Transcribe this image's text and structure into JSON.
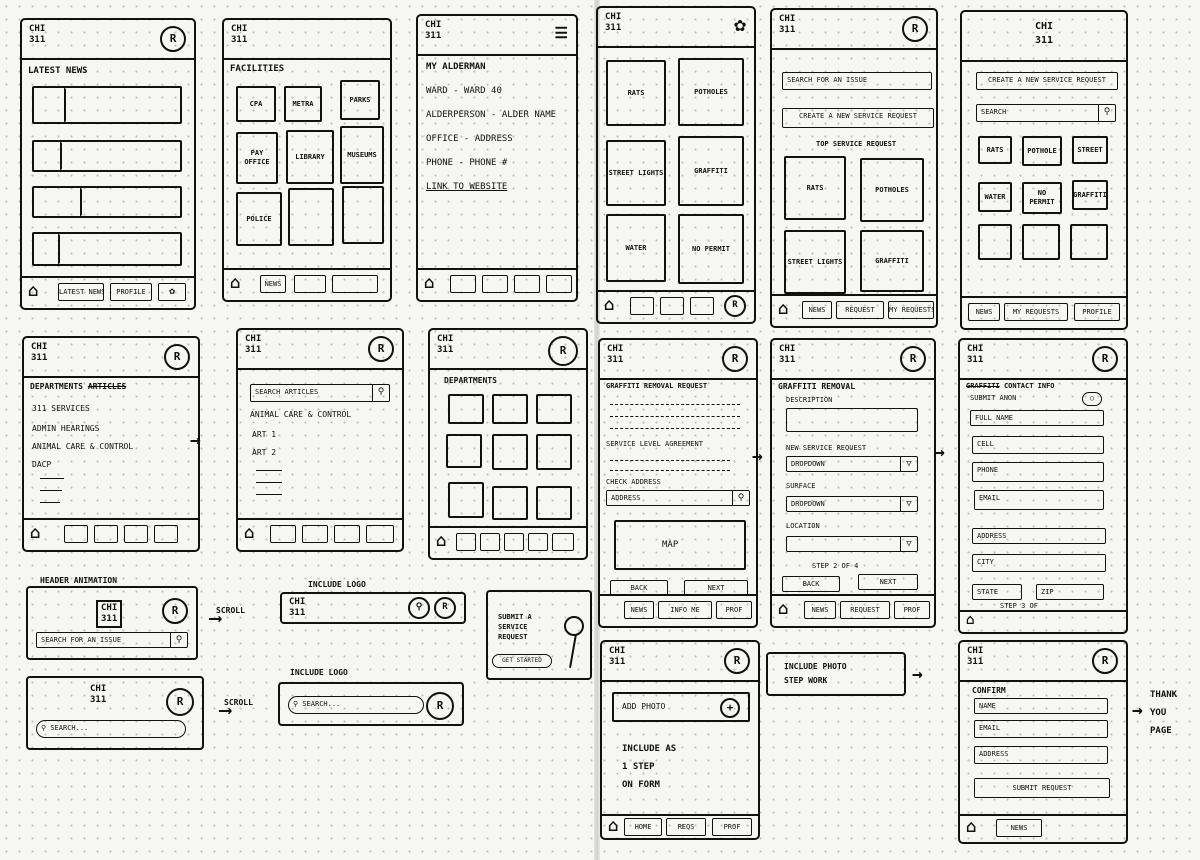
{
  "brand": {
    "logo": "CHI\n311"
  },
  "screens": {
    "latest": {
      "title": "LATEST NEWS",
      "tabs": [
        "LATEST NEWS",
        "PROFILE"
      ]
    },
    "facilities": {
      "title": "FACILITIES",
      "tiles": [
        "CPA",
        "METRA",
        "PARKS",
        "PAY OFFICE",
        "LIBRARY",
        "MUSEUMS",
        "POLICE"
      ],
      "tabs": [
        "NEWS"
      ]
    },
    "alderman": {
      "lines": [
        "MY ALDERMAN",
        "WARD - WARD 40",
        "ALDERPERSON - ALDER NAME",
        "OFFICE - ADDRESS",
        "PHONE - PHONE #",
        "LINK TO WEBSITE"
      ]
    },
    "categories": {
      "tiles": [
        "RATS",
        "POTHOLES",
        "STREET LIGHTS",
        "GRAFFITI",
        "WATER",
        "NO PERMIT"
      ]
    },
    "topreq": {
      "search": "SEARCH FOR AN ISSUE",
      "create": "CREATE A NEW SERVICE REQUEST",
      "subtitle": "TOP SERVICE REQUEST",
      "tiles": [
        "RATS",
        "POTHOLES",
        "STREET LIGHTS",
        "GRAFFITI"
      ],
      "tabs": [
        "NEWS",
        "REQUEST",
        "MY REQUESTS"
      ]
    },
    "gridsearch": {
      "create": "CREATE A NEW SERVICE REQUEST",
      "search": "SEARCH",
      "tiles": [
        "RATS",
        "POTHOLE",
        "STREET",
        "WATER",
        "NO PERMIT",
        "GRAFFITI"
      ],
      "tabs": [
        "NEWS",
        "MY REQUESTS",
        "PROFILE"
      ]
    },
    "departments": {
      "title": "DEPARTMENTS",
      "strike": "ARTICLES",
      "items": [
        "311 SERVICES",
        "ADMIN HEARINGS",
        "ANIMAL CARE & CONTROL",
        "DACP"
      ]
    },
    "articles": {
      "search": "SEARCH ARTICLES",
      "title": "ANIMAL CARE & CONTROL",
      "items": [
        "ART 1",
        "ART 2"
      ]
    },
    "deptgrid": {
      "title": "DEPARTMENTS"
    },
    "graffiti1": {
      "title": "GRAFFITI REMOVAL REQUEST",
      "sub": "SERVICE LEVEL AGREEMENT",
      "addrlabel": "CHECK ADDRESS",
      "addr": "ADDRESS",
      "map": "MAP",
      "back": "BACK",
      "next": "NEXT",
      "tabs": [
        "NEWS",
        "INFO ME",
        "PROF"
      ]
    },
    "graffiti2": {
      "title": "GRAFFITI REMOVAL",
      "desc": "DESCRIPTION",
      "l1": "NEW SERVICE REQUEST",
      "d1": "DROPDOWN",
      "l2": "SURFACE",
      "d2": "DROPDOWN",
      "l3": "LOCATION",
      "step": "STEP 2 OF 4",
      "back": "BACK",
      "next": "NEXT",
      "tabs": [
        "NEWS",
        "REQUEST",
        "PROF"
      ]
    },
    "contact": {
      "title": "CONTACT INFO",
      "strike": "GRAFFITI",
      "anon": "SUBMIT ANON",
      "fields": [
        "FULL NAME",
        "CELL",
        "PHONE",
        "EMAIL",
        "ADDRESS",
        "CITY"
      ],
      "state": "STATE",
      "zip": "ZIP",
      "step": "STEP 3 OF"
    },
    "photo": {
      "add": "ADD PHOTO",
      "note": "INCLUDE AS\n1 STEP\nON FORM",
      "tabs": [
        "HOME",
        "REQS",
        "PROF"
      ]
    },
    "confirm": {
      "title": "CONFIRM",
      "fields": [
        "NAME",
        "EMAIL",
        "ADDRESS"
      ],
      "submit": "SUBMIT REQUEST",
      "tabs": [
        "NEWS"
      ]
    },
    "header": {
      "label": "HEADER ANIMATION",
      "search": "SEARCH FOR AN ISSUE",
      "scroll": "SCROLL",
      "include": "INCLUDE LOGO",
      "search2": "SEARCH..."
    },
    "cta": {
      "text": "SUBMIT A\nSERVICE\nREQUEST",
      "btn": "GET STARTED"
    },
    "notes": {
      "photostep": "INCLUDE PHOTO\nSTEP WORK",
      "thanks": "THANK\nYOU\nPAGE"
    }
  }
}
